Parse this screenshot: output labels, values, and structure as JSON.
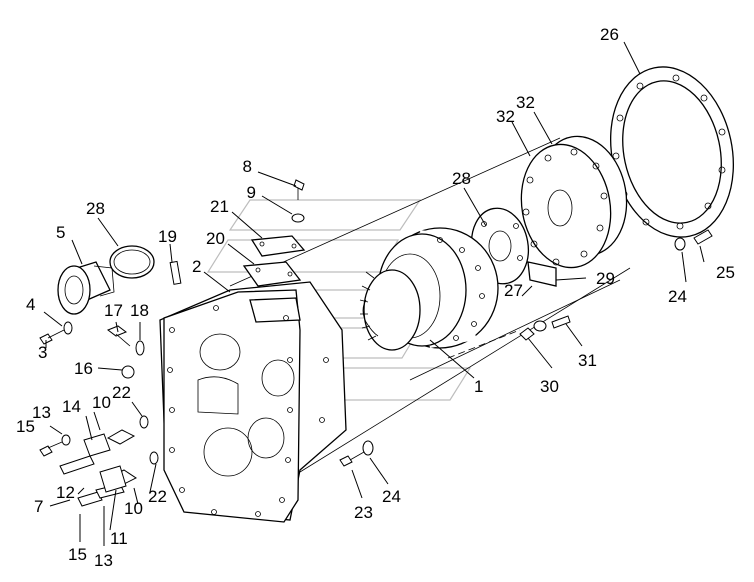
{
  "labels": {
    "1": "1",
    "2": "2",
    "3": "3",
    "4": "4",
    "5": "5",
    "7": "7",
    "8": "8",
    "9": "9",
    "10_upper": "10",
    "10_lower": "10",
    "11": "11",
    "12": "12",
    "13_upper": "13",
    "13_lower": "13",
    "14": "14",
    "15_upper": "15",
    "15_lower": "15",
    "16": "16",
    "17": "17",
    "18": "18",
    "19": "19",
    "20": "20",
    "21": "21",
    "22_upper": "22",
    "22_lower": "22",
    "23": "23",
    "24_lower": "24",
    "24_right": "24",
    "25": "25",
    "26": "26",
    "27": "27",
    "28_left": "28",
    "28_right": "28",
    "29": "29",
    "30": "30",
    "31": "31",
    "32_upper": "32",
    "32_lower": "32"
  },
  "colors": {
    "line": "#000000",
    "background": "#ffffff",
    "watermark": "#bdbdbd"
  }
}
